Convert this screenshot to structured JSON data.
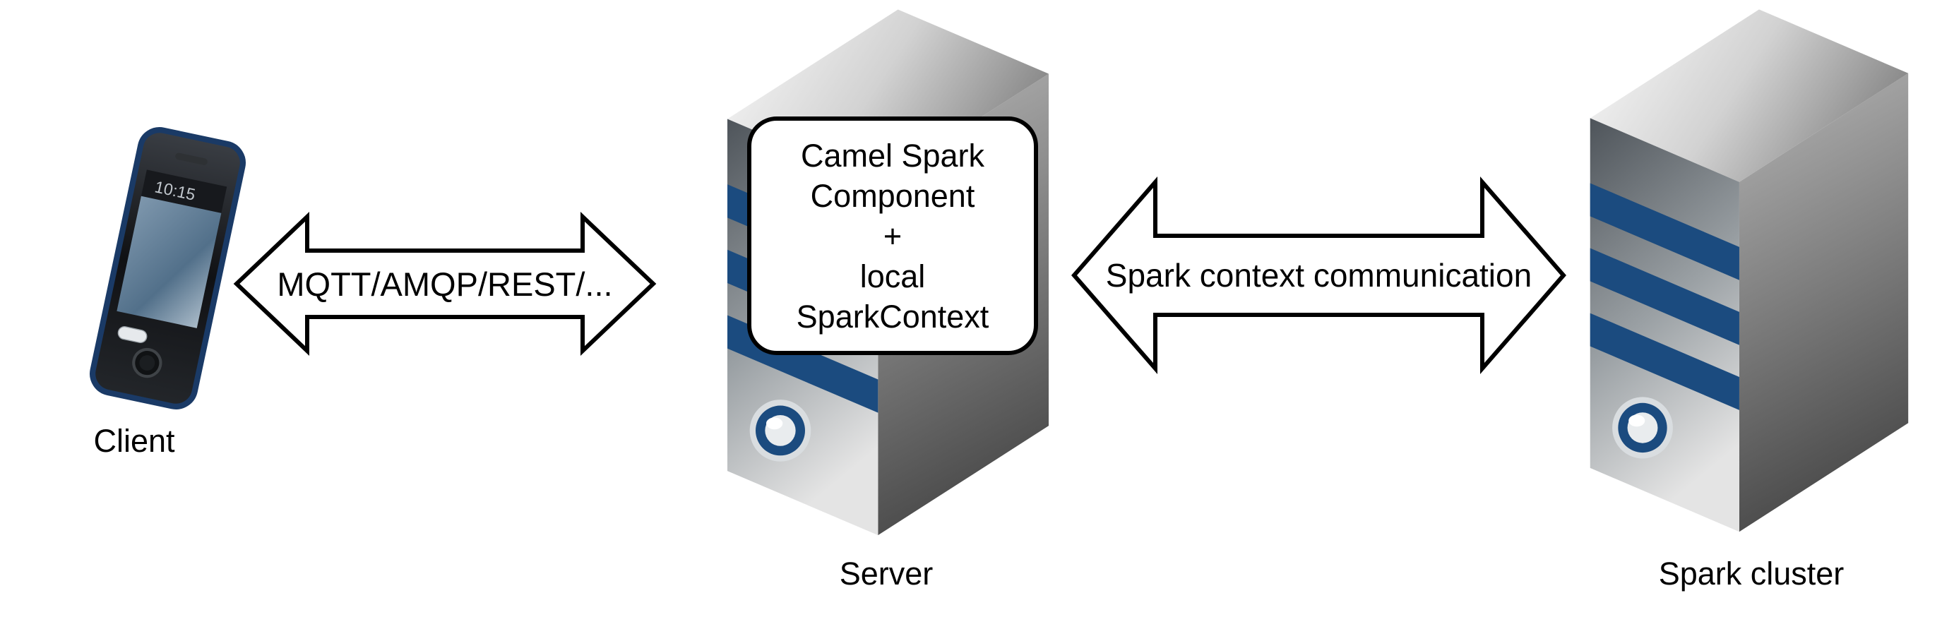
{
  "client": {
    "caption": "Client",
    "phone_time": "10:15"
  },
  "connection_left": {
    "label": "MQTT/AMQP/REST/..."
  },
  "server": {
    "caption": "Server",
    "callout": {
      "lines": [
        "Camel Spark",
        "Component",
        "+",
        "local",
        "SparkContext"
      ]
    }
  },
  "connection_right": {
    "label": "Spark context communication"
  },
  "spark_cluster": {
    "caption": "Spark cluster"
  },
  "icons": {
    "client": "smartphone-icon",
    "server": "server-tower-icon",
    "spark_cluster": "server-tower-icon",
    "connections": "double-headed-arrow-icon"
  },
  "colors": {
    "accent_navy": "#1b4b7f",
    "outline": "#000000",
    "arrow_fill": "#ffffff",
    "tower_gray_dark": "#4e4e4e",
    "tower_gray_light": "#e8e8e8",
    "screen_blue": "#52708a"
  }
}
